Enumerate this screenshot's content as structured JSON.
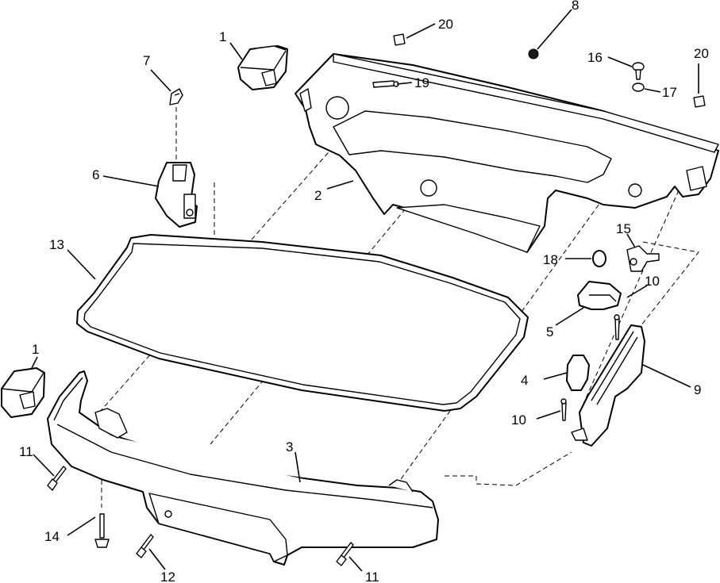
{
  "callouts": [
    {
      "id": "c1a",
      "label": "1"
    },
    {
      "id": "c1b",
      "label": "1"
    },
    {
      "id": "c2",
      "label": "2"
    },
    {
      "id": "c3",
      "label": "3"
    },
    {
      "id": "c4",
      "label": "4"
    },
    {
      "id": "c5",
      "label": "5"
    },
    {
      "id": "c6",
      "label": "6"
    },
    {
      "id": "c7",
      "label": "7"
    },
    {
      "id": "c8",
      "label": "8"
    },
    {
      "id": "c9",
      "label": "9"
    },
    {
      "id": "c10a",
      "label": "10"
    },
    {
      "id": "c10b",
      "label": "10"
    },
    {
      "id": "c11a",
      "label": "11"
    },
    {
      "id": "c11b",
      "label": "11"
    },
    {
      "id": "c12",
      "label": "12"
    },
    {
      "id": "c13",
      "label": "13"
    },
    {
      "id": "c14",
      "label": "14"
    },
    {
      "id": "c15",
      "label": "15"
    },
    {
      "id": "c16",
      "label": "16"
    },
    {
      "id": "c17",
      "label": "17"
    },
    {
      "id": "c18",
      "label": "18"
    },
    {
      "id": "c19",
      "label": "19"
    },
    {
      "id": "c20a",
      "label": "20"
    },
    {
      "id": "c20b",
      "label": "20"
    }
  ]
}
